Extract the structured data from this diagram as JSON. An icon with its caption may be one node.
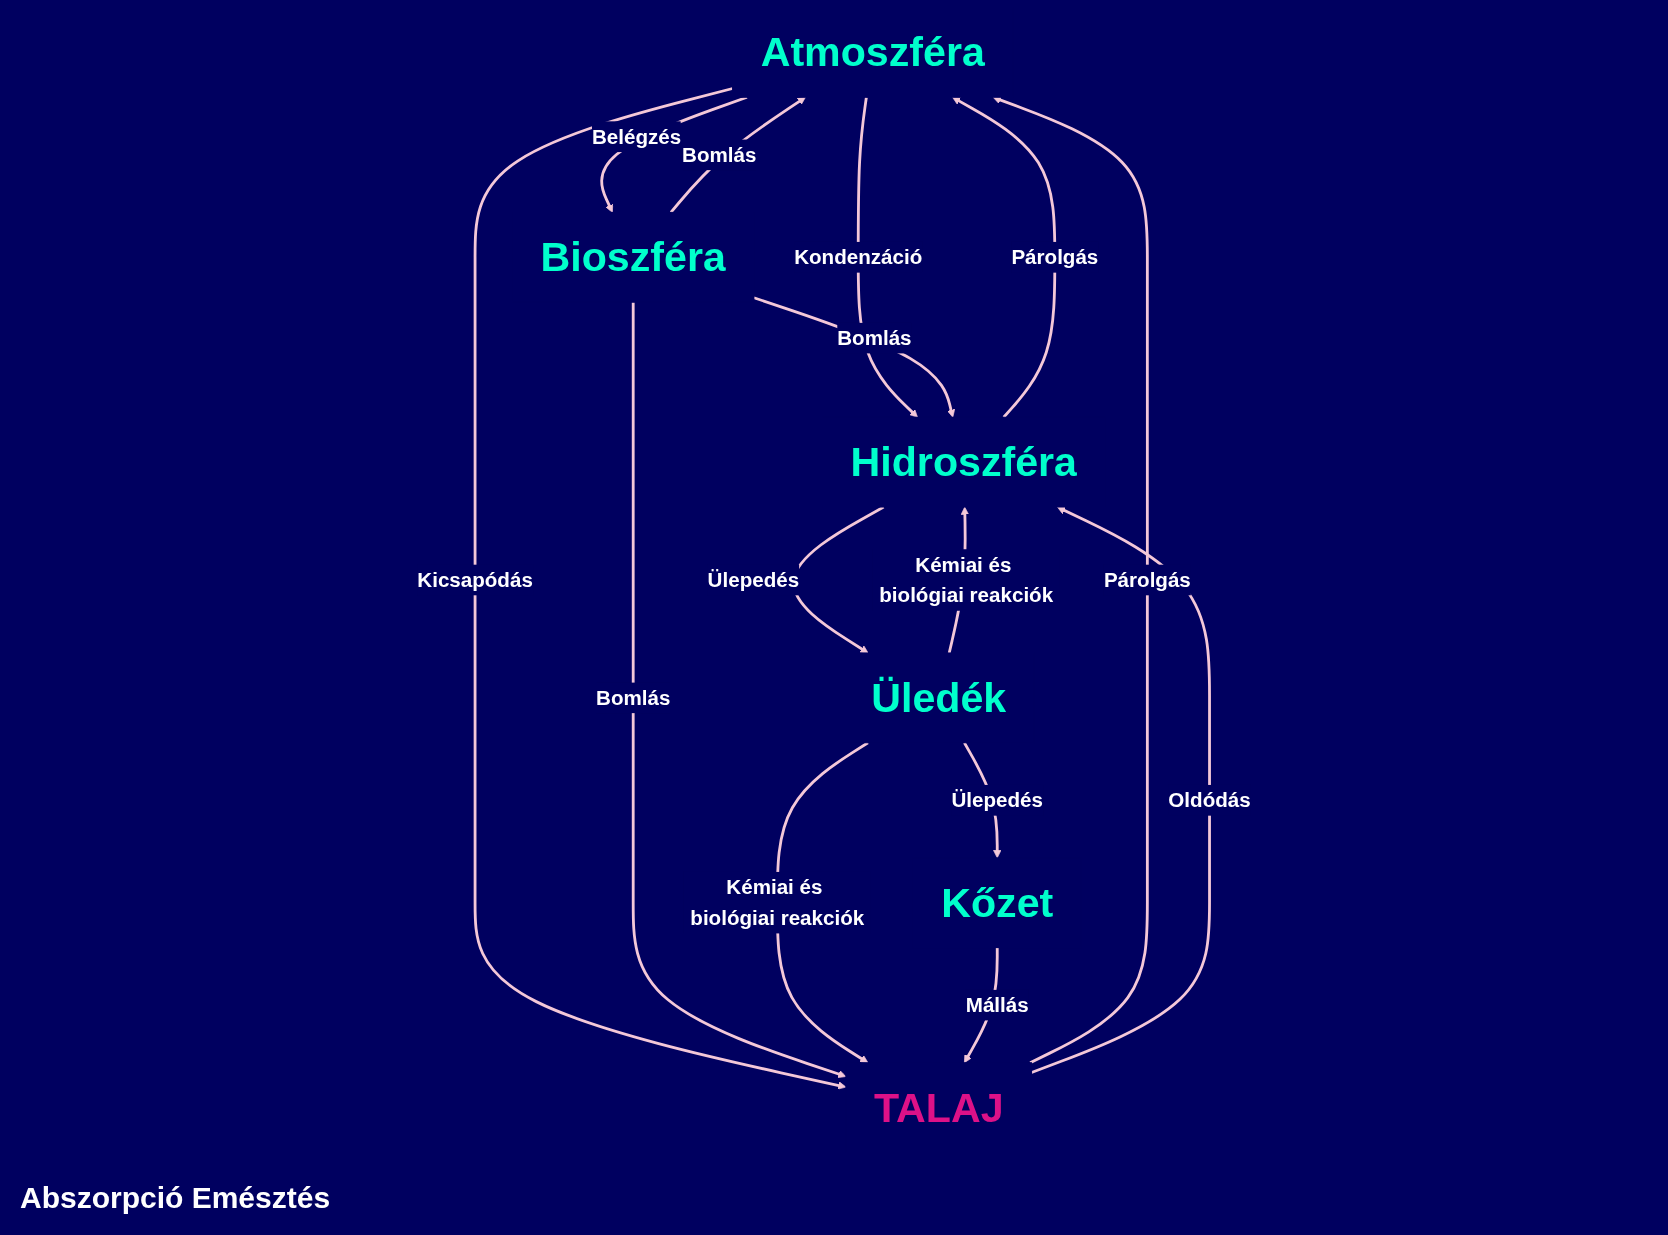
{
  "diagram": {
    "nodes": [
      {
        "text": [
          "Atmoszféra"
        ]
      },
      {
        "text": [
          "Hidroszféra"
        ]
      },
      {
        "text": [
          "Bioszféra"
        ]
      },
      {
        "text": [
          "TALAJ"
        ]
      },
      {
        "text": [
          "Üledék"
        ]
      },
      {
        "text": [
          "Kőzet"
        ]
      }
    ],
    "edges": [
      {
        "from": 2,
        "to": 0,
        "arrow": "to",
        "label": "Bomlás"
      },
      {
        "from": 0,
        "to": 2,
        "arrow": "to",
        "label": "Belégzés"
      },
      {
        "from": 1,
        "to": 0,
        "arrow": "to",
        "label": "Párolgás"
      },
      {
        "from": 0,
        "to": 1,
        "arrow": "to",
        "label": "Kondenzáció"
      },
      {
        "from": 3,
        "to": 0,
        "arrow": "to",
        "label": "Párolgás"
      },
      {
        "from": 0,
        "to": 3,
        "arrow": "to",
        "label": "Kicsapódás"
      },
      {
        "from": 2,
        "to": 1,
        "arrow": "to",
        "label": "Bomlás"
      },
      {
        "from": 2,
        "to": 3,
        "arrow": "to",
        "label": "Bomlás"
      },
      {
        "from": 3,
        "to": 1,
        "arrow": "to",
        "label": "Oldódás"
      },
      {
        "from": 1,
        "to": 4,
        "arrow": "to",
        "label": "Ülepedés"
      },
      {
        "from": 4,
        "to": 1,
        "arrow": "to",
        "label": "Kémiai és biológiai reakciók"
      },
      {
        "from": 4,
        "to": 3,
        "arrow": "to",
        "label": "Kémiai és biológiai reakciók"
      },
      {
        "from": 4,
        "to": 5,
        "arrow": "to",
        "label": "Ülepedés"
      },
      {
        "from": 5,
        "to": 3,
        "arrow": "to",
        "label": "Mállás"
      }
    ],
    "labels": [
      "Abszorpció Emésztés"
    ]
  }
}
